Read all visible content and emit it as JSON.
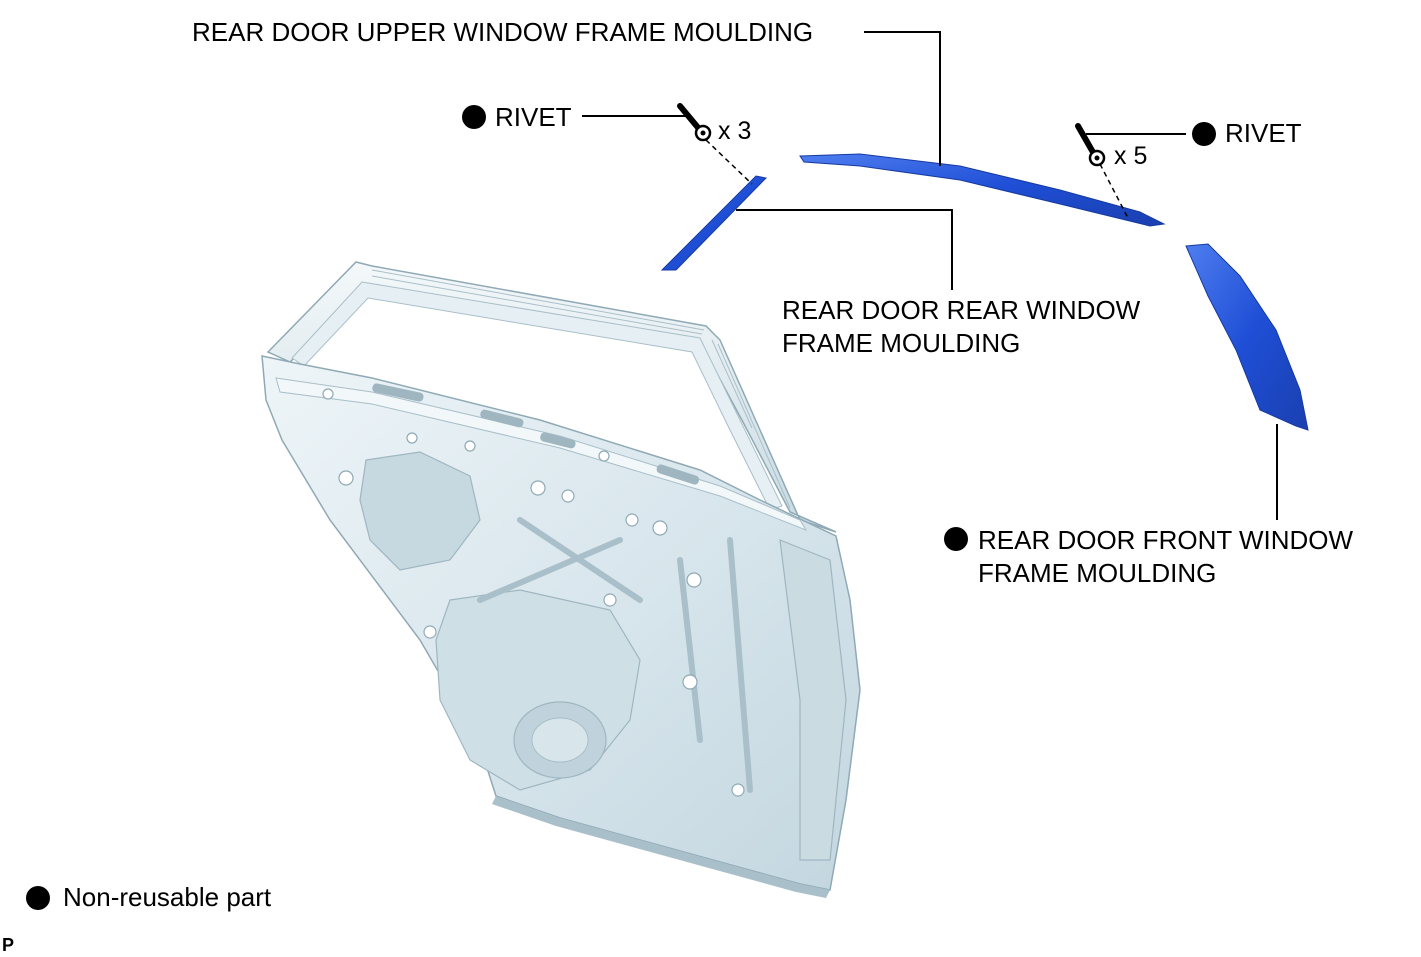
{
  "callouts": {
    "upper_moulding": "REAR DOOR UPPER WINDOW FRAME MOULDING",
    "rivet_left": "RIVET",
    "rivet_left_qty": "x 3",
    "rivet_right": "RIVET",
    "rivet_right_qty": "x 5",
    "rear_moulding_line1": "REAR DOOR REAR WINDOW",
    "rear_moulding_line2": "FRAME MOULDING",
    "front_moulding_line1": "REAR DOOR FRONT WINDOW",
    "front_moulding_line2": "FRAME MOULDING"
  },
  "legend": {
    "non_reusable": "Non-reusable part"
  },
  "corner_code": "P",
  "colors": {
    "moulding_blue": "#1f4fd6",
    "door_panel": "#dde9ef",
    "door_shadow": "#b9cdd6",
    "door_edge": "#8fa9b5",
    "leader_line": "#000000",
    "symbol": "#000000"
  },
  "icons": {
    "non_reusable_symbol": "filled-black-circle",
    "rivet": "rivet-pin-icon"
  }
}
